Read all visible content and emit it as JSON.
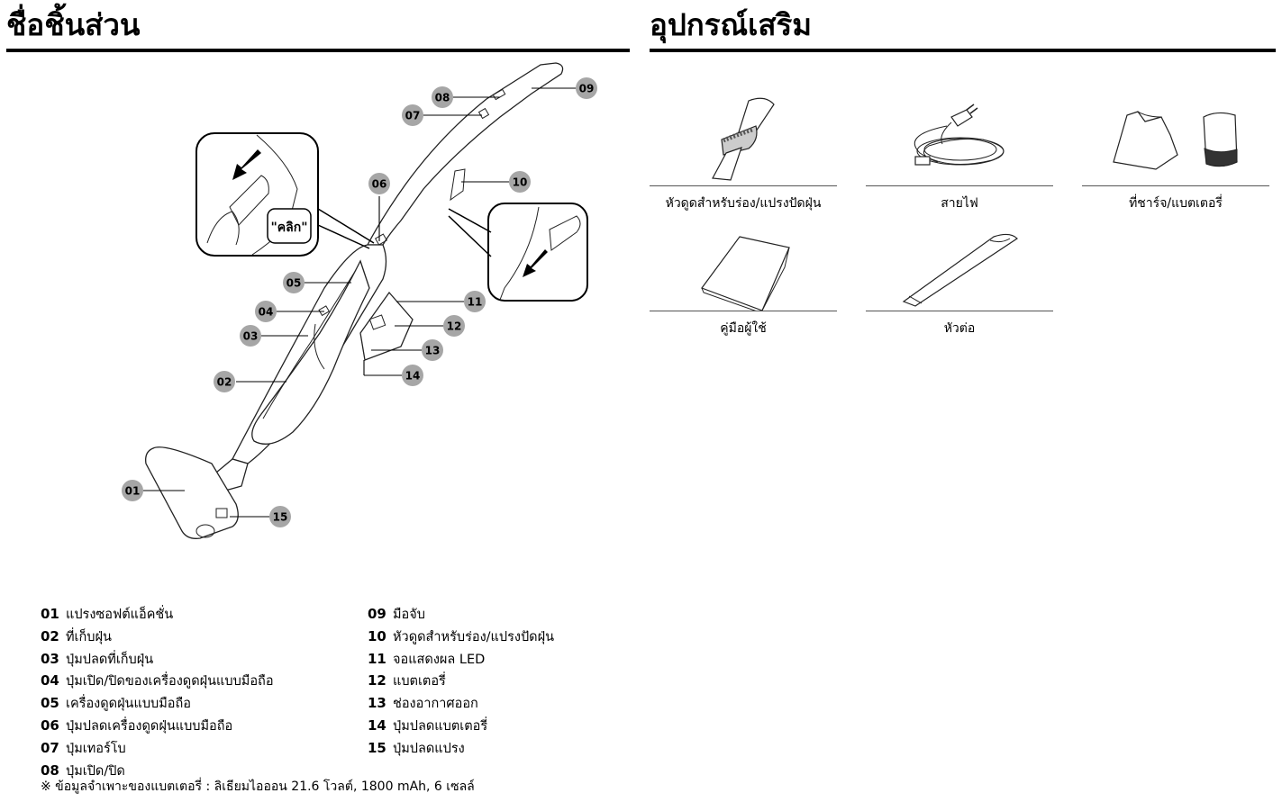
{
  "parts_section": {
    "title": "ชื่อชิ้นส่วน",
    "callouts": [
      "01",
      "02",
      "03",
      "04",
      "05",
      "06",
      "07",
      "08",
      "09",
      "10",
      "11",
      "12",
      "13",
      "14",
      "15"
    ],
    "click_label": "\"คลิก\"",
    "list_left": [
      {
        "num": "01",
        "label": "แปรงซอฟต์แอ็คชั่น"
      },
      {
        "num": "02",
        "label": "ที่เก็บฝุ่น"
      },
      {
        "num": "03",
        "label": "ปุ่มปลดที่เก็บฝุ่น"
      },
      {
        "num": "04",
        "label": "ปุ่มเปิด/ปิดของเครื่องดูดฝุ่นแบบมือถือ"
      },
      {
        "num": "05",
        "label": "เครื่องดูดฝุ่นแบบมือถือ"
      },
      {
        "num": "06",
        "label": "ปุ่มปลดเครื่องดูดฝุ่นแบบมือถือ"
      },
      {
        "num": "07",
        "label": "ปุ่มเทอร์โบ"
      },
      {
        "num": "08",
        "label": "ปุ่มเปิด/ปิด"
      }
    ],
    "list_right": [
      {
        "num": "09",
        "label": "มือจับ"
      },
      {
        "num": "10",
        "label": "หัวดูดสำหรับร่อง/แปรงปัดฝุ่น"
      },
      {
        "num": "11",
        "label": "จอแสดงผล LED"
      },
      {
        "num": "12",
        "label": "แบตเตอรี่"
      },
      {
        "num": "13",
        "label": "ช่องอากาศออก"
      },
      {
        "num": "14",
        "label": "ปุ่มปลดแบตเตอรี่"
      },
      {
        "num": "15",
        "label": "ปุ่มปลดแปรง"
      }
    ],
    "note": "※ ข้อมูลจำเพาะของแบตเตอรี่ : ลิเธียมไอออน 21.6 โวลต์, 1800 mAh, 6 เซลล์"
  },
  "accessories_section": {
    "title": "อุปกรณ์เสริม",
    "items": [
      {
        "label": "หัวดูดสำหรับร่อง/แปรงปัดฝุ่น",
        "icon": "crevice-brush-tool-icon"
      },
      {
        "label": "สายไฟ",
        "icon": "power-cord-icon"
      },
      {
        "label": "ที่ชาร์จ/แบตเตอรี่",
        "icon": "charger-battery-icon"
      },
      {
        "label": "คู่มือผู้ใช้",
        "icon": "user-manual-icon"
      },
      {
        "label": "หัวต่อ",
        "icon": "extension-nozzle-icon"
      }
    ]
  }
}
